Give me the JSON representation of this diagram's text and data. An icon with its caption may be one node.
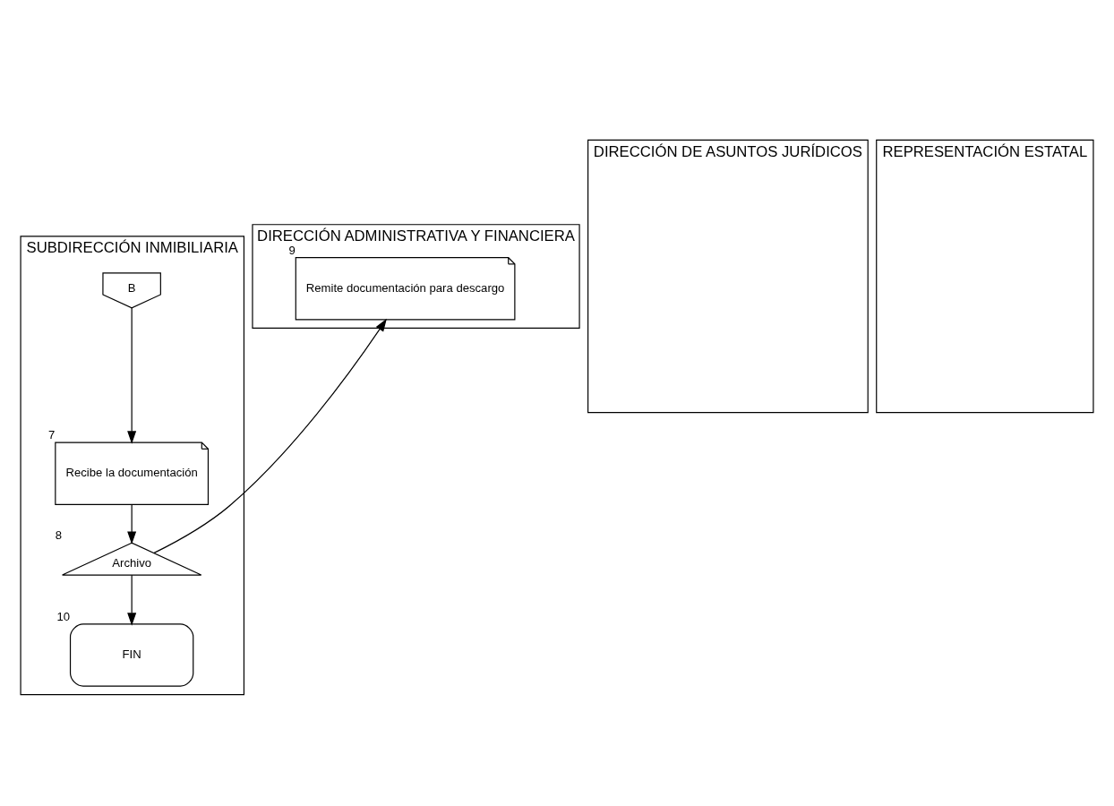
{
  "diagram": {
    "nodes": [
      {
        "text": [
          "SUBDIRECCIÓN INMIBILIARIA"
        ]
      },
      {
        "text": [
          "DIRECCIÓN DE ASUNTOS JURÍDICOS"
        ]
      },
      {
        "text": [
          "DIRECCIÓN ADMINISTRATIVA Y FINANCIERA"
        ]
      },
      {
        "text": [
          "REPRESENTACIÓN ESTATAL"
        ]
      },
      {
        "text": [
          "B"
        ],
        "in": 0
      },
      {
        "text": [
          "Recibe la documentación"
        ],
        "in": 0,
        "beside": [
          "7"
        ]
      },
      {
        "text": [
          "Archivo"
        ],
        "in": 0,
        "beside": [
          "8"
        ]
      },
      {
        "text": [
          "Remite documentación para descargo"
        ],
        "in": 2,
        "beside": [
          "9"
        ]
      },
      {
        "text": [
          "FIN"
        ],
        "in": 0,
        "beside": [
          "10"
        ]
      }
    ],
    "edges": [
      {
        "from": 4,
        "to": 5,
        "arrow": "to"
      },
      {
        "from": 5,
        "to": 6,
        "arrow": "to"
      },
      {
        "from": 6,
        "to": 7,
        "arrow": "to"
      },
      {
        "from": 6,
        "to": 8,
        "arrow": "to"
      }
    ]
  }
}
